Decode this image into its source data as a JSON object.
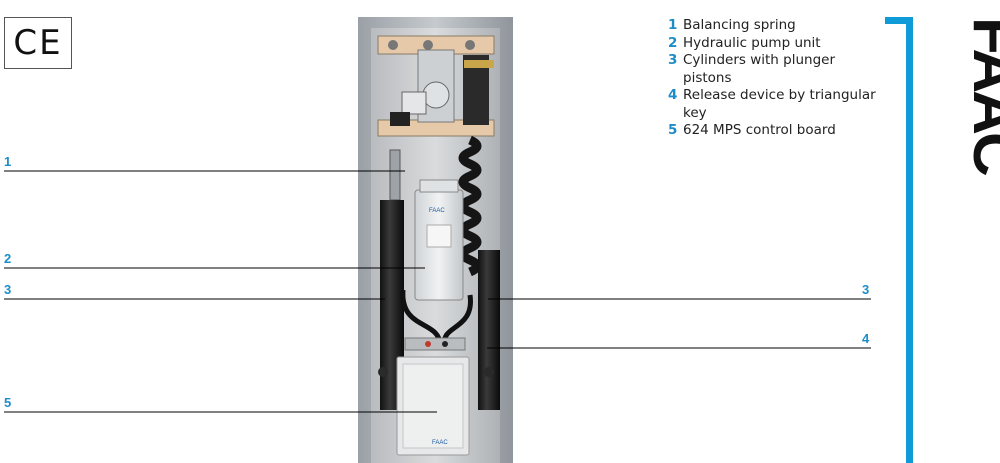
{
  "mark": {
    "ce": "CE"
  },
  "callouts_left": [
    "1",
    "2",
    "3",
    "5"
  ],
  "callouts_right": [
    "3",
    "4"
  ],
  "legend": [
    {
      "num": "1",
      "text": "Balancing spring"
    },
    {
      "num": "2",
      "text": "Hydraulic pump unit"
    },
    {
      "num": "3",
      "text": "Cylinders with plunger pistons"
    },
    {
      "num": "4",
      "text": "Release device by triangular key"
    },
    {
      "num": "5",
      "text": "624 MPS control board"
    }
  ],
  "brand": {
    "logo": "FAAC",
    "device_label": "FAAC",
    "box_label": "FAAC"
  },
  "colors": {
    "accent": "#0f9bd7",
    "callout": "#1d8dc8"
  }
}
